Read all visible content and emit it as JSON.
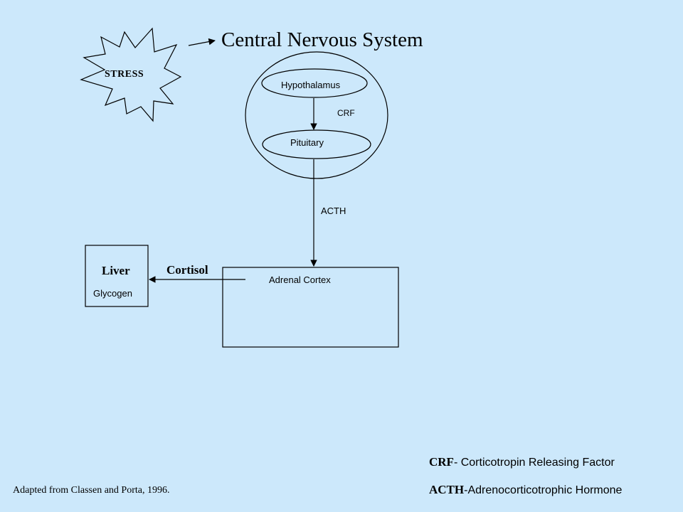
{
  "title": "Central Nervous System",
  "stress_label": "STRESS",
  "nodes": {
    "hypothalamus": "Hypothalamus",
    "pituitary": "Pituitary",
    "adrenal_cortex": "Adrenal Cortex",
    "liver": "Liver",
    "glycogen": "Glycogen"
  },
  "edges": {
    "crf": "CRF",
    "acth": "ACTH",
    "cortisol": "Cortisol"
  },
  "legend": [
    {
      "term": "CRF",
      "definition": "- Corticotropin Releasing Factor"
    },
    {
      "term": "ACTH",
      "definition": "-Adrenocorticotrophic Hormone"
    }
  ],
  "source": "Adapted from Classen and Porta, 1996.",
  "colors": {
    "background": "#cce8fb",
    "stroke": "#000000"
  }
}
